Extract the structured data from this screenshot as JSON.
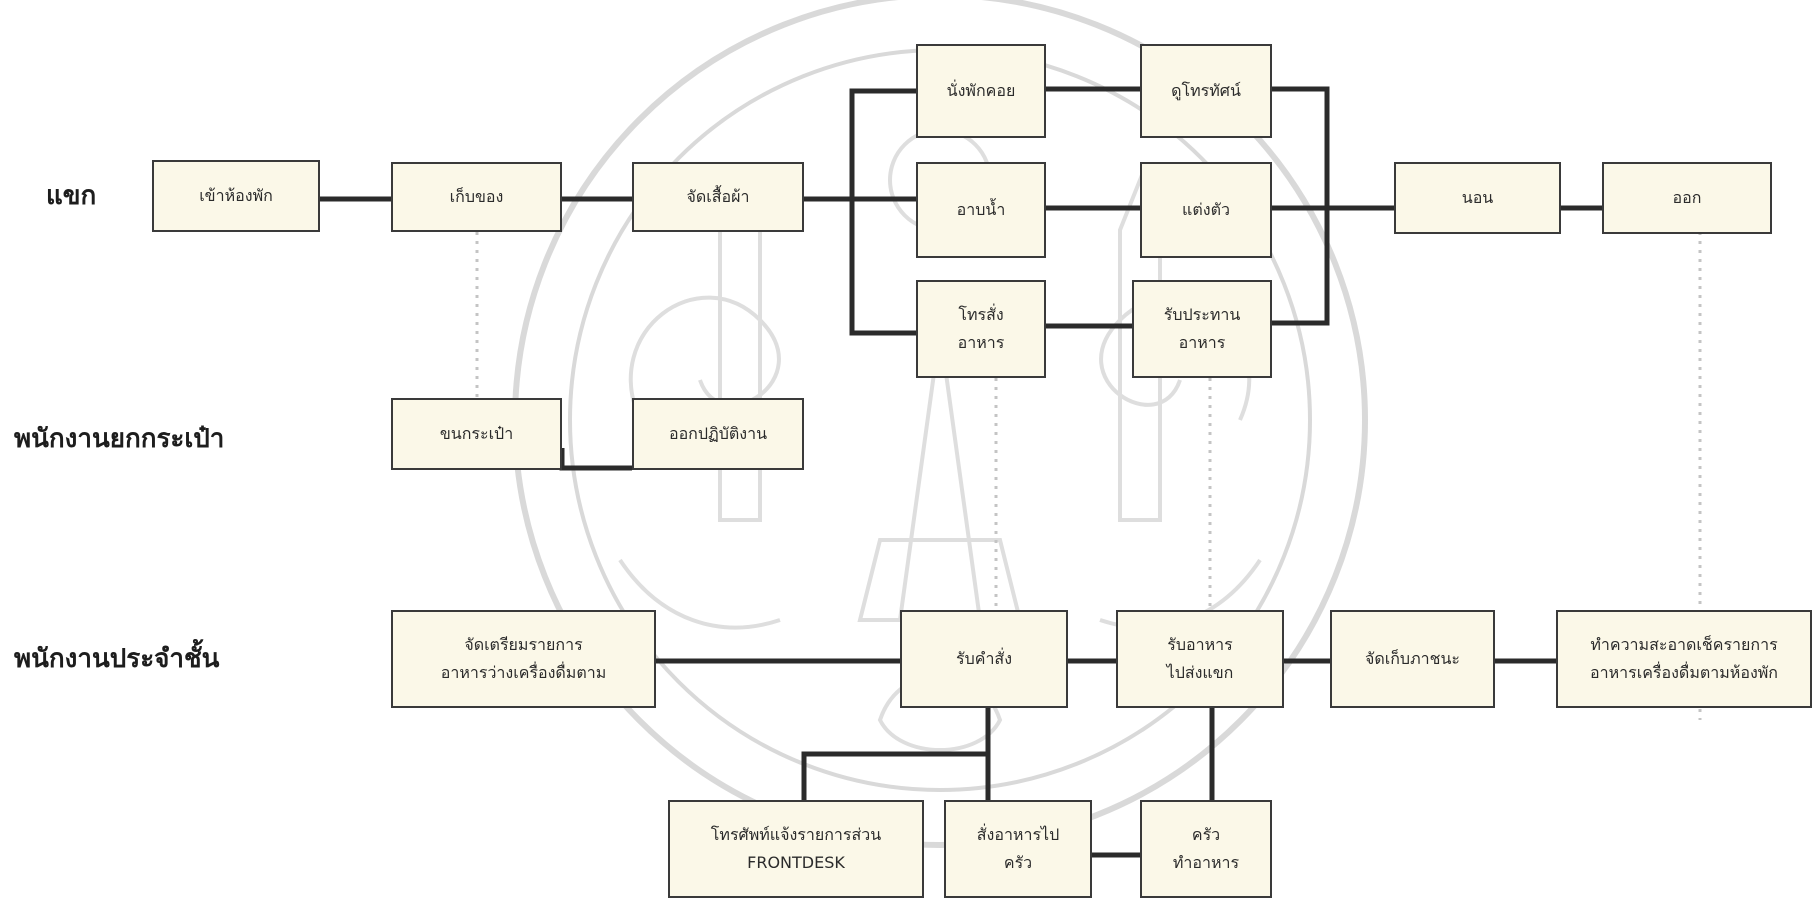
{
  "lanes": {
    "guest": "แขก",
    "bellboy": "พนักงานยกกระเป๋า",
    "floor_staff": "พนักงานประจำชั้น"
  },
  "nodes": {
    "check_in": [
      "เข้าห้องพัก"
    ],
    "store_items": [
      "เก็บของ"
    ],
    "arrange_clothes": [
      "จัดเสื้อผ้า"
    ],
    "sit_wait": [
      "นั่งพักคอย"
    ],
    "watch_tv": [
      "ดูโทรทัศน์"
    ],
    "shower": [
      "อาบน้ำ"
    ],
    "dress": [
      "แต่งตัว"
    ],
    "phone_order": [
      "โทรสั่ง",
      "อาหาร"
    ],
    "eat_food": [
      "รับประทาน",
      "อาหาร"
    ],
    "sleep": [
      "นอน"
    ],
    "check_out": [
      "ออก"
    ],
    "carry_bags": [
      "ขนกระเป๋า"
    ],
    "leave_duty": [
      "ออกปฏิบัติงาน"
    ],
    "prepare_list": [
      "จัดเตรียมรายการ",
      "อาหารว่างเครื่องดื่มตาม"
    ],
    "take_order": [
      "รับคำสั่ง"
    ],
    "deliver_food": [
      "รับอาหาร",
      "ไปส่งแขก"
    ],
    "collect_dishes": [
      "จัดเก็บภาชนะ"
    ],
    "clean_check": [
      "ทำความสะอาดเช็ครายการ",
      "อาหารเครื่องดื่มตามห้องพัก"
    ],
    "notify_frontdesk": [
      "โทรศัพท์แจ้งรายการส่วน",
      "FRONTDESK"
    ],
    "send_kitchen": [
      "สั่งอาหารไป",
      "ครัว"
    ],
    "kitchen_cook": [
      "ครัว",
      "ทำอาหาร"
    ]
  },
  "colors": {
    "box_fill": "#fbf8e8",
    "box_border": "#3a3a3a",
    "connector": "#2b2b2b",
    "dotted_link": "#c4c4c4",
    "watermark": "#d9d9d9"
  }
}
